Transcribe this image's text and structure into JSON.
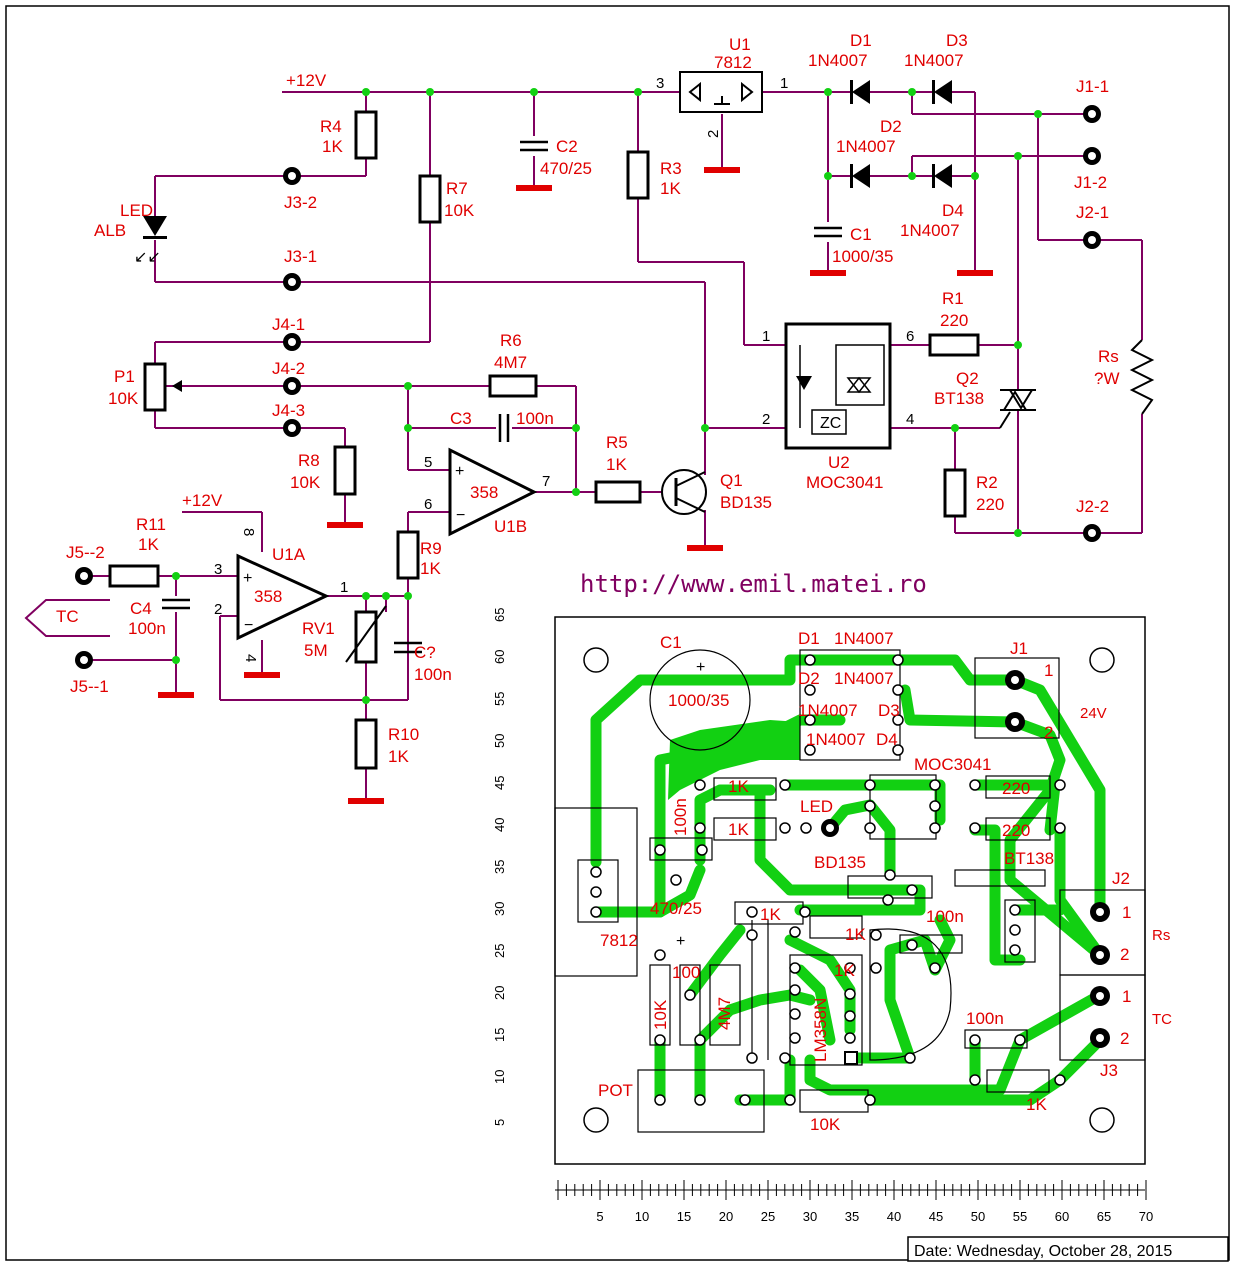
{
  "footer": {
    "date_label": "Date: Wednesday, October 28, 2015"
  },
  "url": "http://www.emil.matei.ro",
  "schematic": {
    "supply_top": "+12V",
    "supply_ua": "+12V",
    "components": {
      "U1": {
        "ref": "U1",
        "value": "7812",
        "pins": [
          "3",
          "1",
          "2"
        ]
      },
      "D1": {
        "ref": "D1",
        "value": "1N4007"
      },
      "D2": {
        "ref": "D2",
        "value": "1N4007"
      },
      "D3": {
        "ref": "D3",
        "value": "1N4007"
      },
      "D4": {
        "ref": "D4",
        "value": "1N4007"
      },
      "C1": {
        "ref": "C1",
        "value": "1000/35"
      },
      "C2": {
        "ref": "C2",
        "value": "470/25"
      },
      "C3": {
        "ref": "C3",
        "value": "100n"
      },
      "C4": {
        "ref": "C4",
        "value": "100n"
      },
      "Cq": {
        "ref": "C?",
        "value": "100n"
      },
      "R1": {
        "ref": "R1",
        "value": "220"
      },
      "R2": {
        "ref": "R2",
        "value": "220"
      },
      "R3": {
        "ref": "R3",
        "value": "1K"
      },
      "R4": {
        "ref": "R4",
        "value": "1K"
      },
      "R5": {
        "ref": "R5",
        "value": "1K"
      },
      "R6": {
        "ref": "R6",
        "value": "4M7"
      },
      "R7": {
        "ref": "R7",
        "value": "10K"
      },
      "R8": {
        "ref": "R8",
        "value": "10K"
      },
      "R9": {
        "ref": "R9",
        "value": "1K"
      },
      "R10": {
        "ref": "R10",
        "value": "1K"
      },
      "R11": {
        "ref": "R11",
        "value": "1K"
      },
      "RV1": {
        "ref": "RV1",
        "value": "5M"
      },
      "P1": {
        "ref": "P1",
        "value": "10K"
      },
      "Rs": {
        "ref": "Rs",
        "value": "?W"
      },
      "Q1": {
        "ref": "Q1",
        "value": "BD135"
      },
      "Q2": {
        "ref": "Q2",
        "value": "BT138"
      },
      "U2": {
        "ref": "U2",
        "value": "MOC3041",
        "zc": "ZC",
        "pins": [
          "1",
          "2",
          "6",
          "4"
        ]
      },
      "U1A": {
        "ref": "U1A",
        "value": "358",
        "pins": [
          "3",
          "2",
          "1",
          "8",
          "4"
        ]
      },
      "U1B": {
        "ref": "U1B",
        "value": "358",
        "pins": [
          "5",
          "6",
          "7"
        ]
      },
      "LED": {
        "ref": "LED",
        "value": "ALB"
      }
    },
    "connectors": [
      "J1-1",
      "J1-2",
      "J2-1",
      "J2-2",
      "J3-1",
      "J3-2",
      "J4-1",
      "J4-2",
      "J4-3",
      "J5--1",
      "J5--2"
    ],
    "tc_label": "TC"
  },
  "pcb": {
    "labels": {
      "c1": "C1",
      "c1v": "1000/35",
      "d1": "D1",
      "d2": "D2",
      "d3": "D3",
      "d4": "D4",
      "d1v": "1N4007",
      "d2v": "1N4007",
      "d3v": "1N4007",
      "d4v": "1N4007",
      "j1": "J1",
      "j2": "J2",
      "j3": "J3",
      "j1_1": "1",
      "j1_2": "2",
      "j2_1": "1",
      "j2_2": "2",
      "j3_1": "1",
      "j3_2": "2",
      "v24": "24V",
      "rs": "Rs",
      "tc": "TC",
      "moc": "MOC3041",
      "led": "LED",
      "bd135": "BD135",
      "bt138": "BT138",
      "r1k_a": "1K",
      "r1k_b": "1K",
      "r1k_c": "1K",
      "r1k_d": "1K",
      "r1k_e": "1K",
      "r1k_f": "1K",
      "r220_a": "220",
      "r220_b": "220",
      "c100n_a": "100n",
      "c100n_b": "100n",
      "c100n_c": "100n",
      "c100_d": "100",
      "c470": "470/25",
      "reg": "7812",
      "r10k_a": "10K",
      "r10k_b": "10K",
      "r4m7": "4M7",
      "lm": "LM358N",
      "pot": "POT"
    },
    "x_ticks": [
      "5",
      "10",
      "15",
      "20",
      "25",
      "30",
      "35",
      "40",
      "45",
      "50",
      "55",
      "60",
      "65",
      "70"
    ],
    "y_ticks": [
      "65",
      "60",
      "55",
      "50",
      "45",
      "40",
      "35",
      "30",
      "25",
      "20",
      "15",
      "10",
      "5"
    ]
  }
}
